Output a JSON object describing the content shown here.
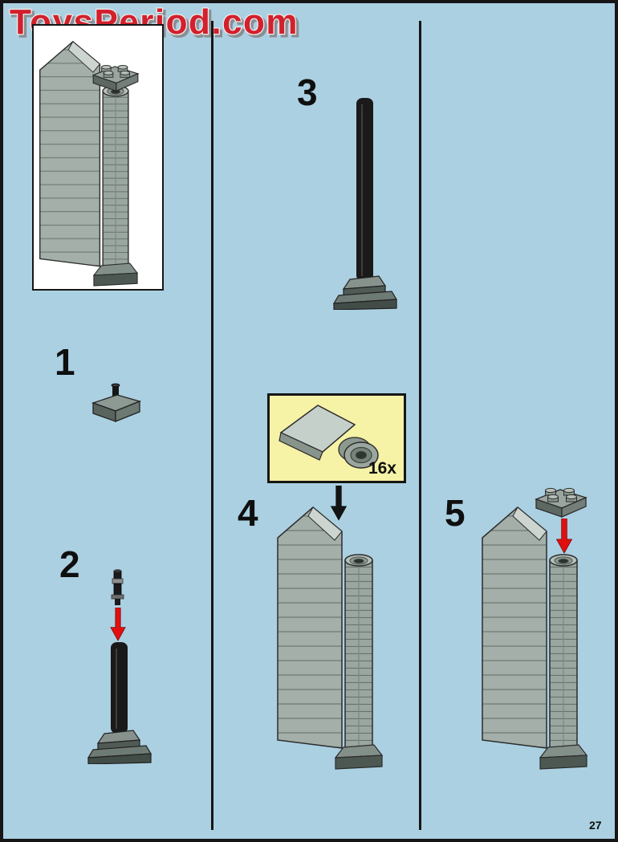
{
  "page": {
    "watermark": "ToysPeriod.com",
    "page_number": "27"
  },
  "steps": [
    {
      "label": "1"
    },
    {
      "label": "2"
    },
    {
      "label": "3"
    },
    {
      "label": "4"
    },
    {
      "label": "5"
    }
  ],
  "callout": {
    "count_label": "16x"
  },
  "colors": {
    "background_blue": "#abd0e2",
    "divider_black": "#161616",
    "watermark_red": "#d2202c",
    "watermark_outline": "#ececec",
    "callout_yellow": "#f6f2a6",
    "arrow_red": "#e01010",
    "arrow_black": "#141414",
    "brick_gray": "#a3afa8",
    "brick_gray_dark": "#505b56",
    "brick_gray_light": "#ccd5cf",
    "bar_black": "#1a1a1a"
  }
}
